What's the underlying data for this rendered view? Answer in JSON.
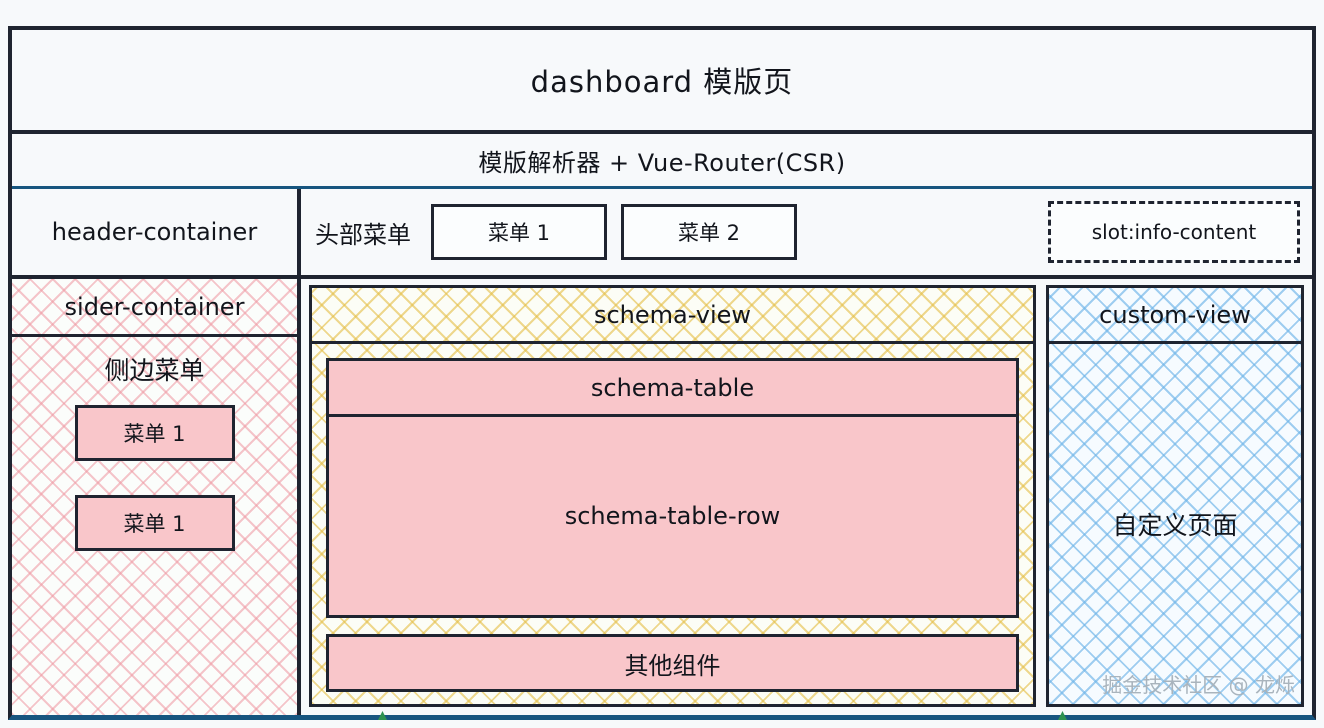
{
  "diagram": {
    "title": "dashboard 模版页",
    "router_bar": "模版解析器 + Vue-Router(CSR)",
    "header": {
      "label": "header-container",
      "menu_title": "头部菜单",
      "menu_buttons": [
        {
          "label": "菜单 1"
        },
        {
          "label": "菜单 2"
        }
      ],
      "slot": "slot:info-content"
    },
    "sider": {
      "label": "sider-container",
      "title": "侧边菜单",
      "menu_buttons": [
        {
          "label": "菜单 1"
        },
        {
          "label": "菜单 1"
        }
      ]
    },
    "schema_view": {
      "label": "schema-view",
      "table_label": "schema-table",
      "table_row_label": "schema-table-row",
      "other_component_label": "其他组件"
    },
    "custom_view": {
      "label": "custom-view",
      "body": "自定义页面"
    },
    "watermark": "掘金技术社区 @ 龙烁"
  },
  "colors": {
    "stroke": "#1f2430",
    "accent_blue": "#17557f",
    "pink_fill": "#f9c6ca",
    "hatch_pink": "#ee96a0",
    "hatch_yellow": "#e4be46",
    "hatch_blue": "#6eb4e8",
    "page_bg": "#f7f9fb",
    "marker_green": "#2e9150"
  }
}
